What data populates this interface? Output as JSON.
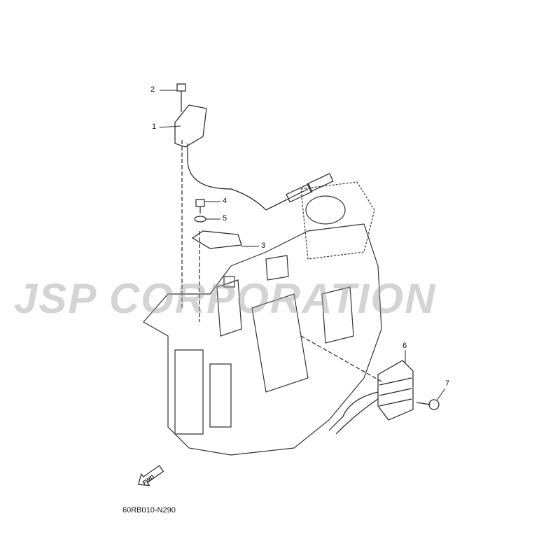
{
  "diagram": {
    "watermark": "JSP CORPORATION",
    "fwd_label": "FWD",
    "drawing_code": "60RB010-N290",
    "callouts": [
      "1",
      "2",
      "3",
      "4",
      "5",
      "6",
      "7"
    ]
  }
}
